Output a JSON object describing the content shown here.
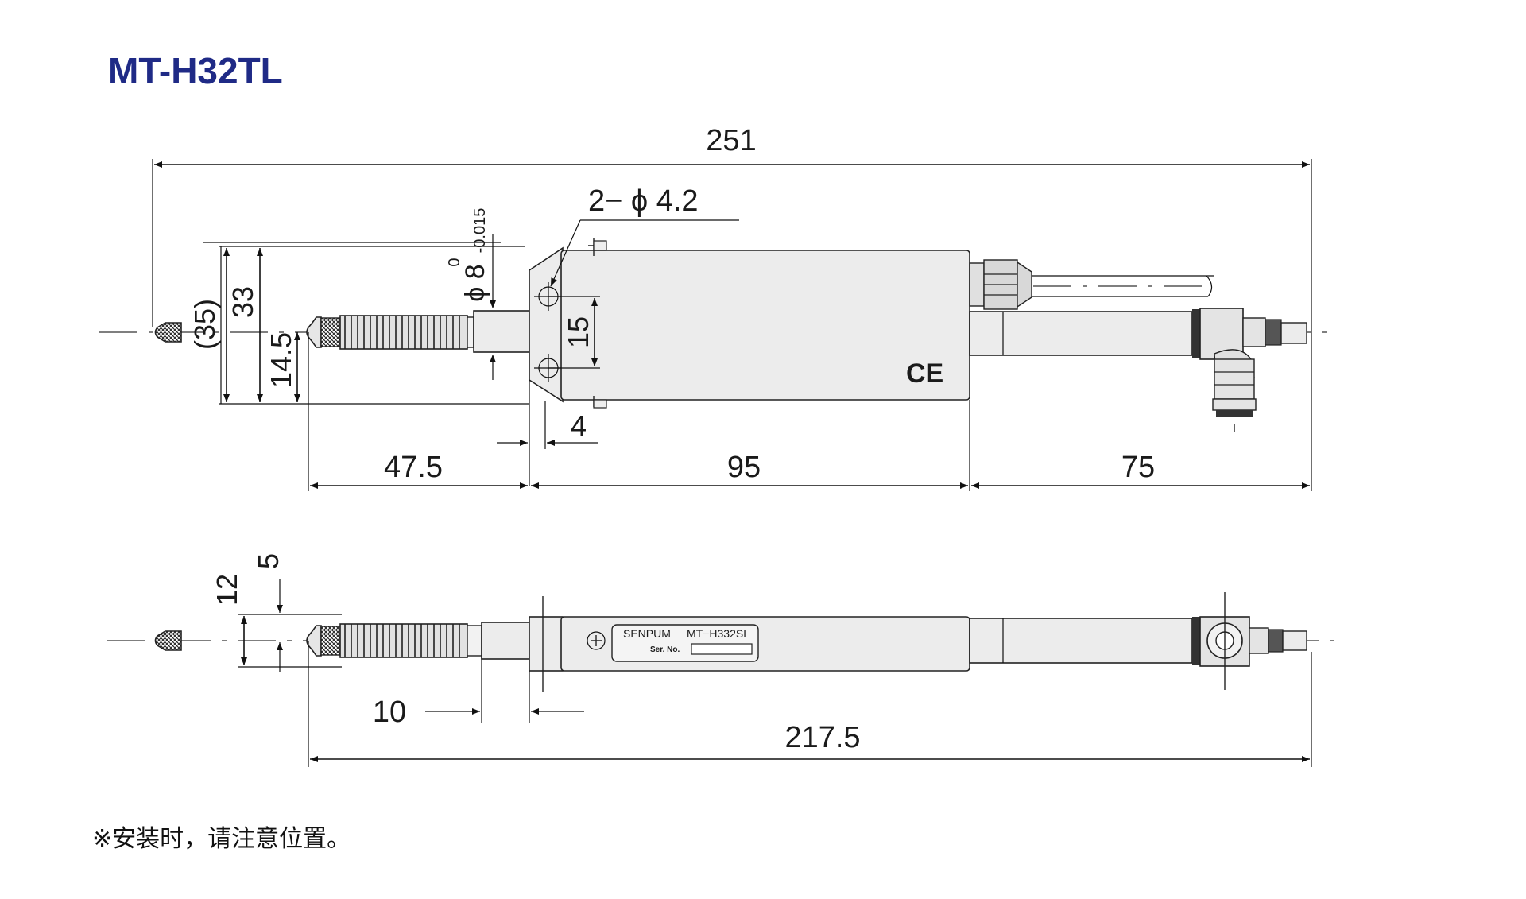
{
  "title": "MT-H32TL",
  "accent_color": "#1f2a86",
  "note": "※安装时，请注意位置。",
  "top_view": {
    "dims": {
      "overall": "251",
      "holes": "2− ϕ 4.2",
      "dia_main": "ϕ 8",
      "tol_upper": "0",
      "tol_lower": "-0.015",
      "paren_35": "(35)",
      "h33": "33",
      "h14_5": "14.5",
      "h15": "15",
      "d4": "4",
      "d47_5": "47.5",
      "d95": "95",
      "d75": "75"
    },
    "mark": "CE"
  },
  "bottom_view": {
    "dims": {
      "d12": "12",
      "d5": "5",
      "d10": "10",
      "d217_5": "217.5"
    },
    "label": {
      "brand": "SENPUM",
      "model": "MT−H332SL",
      "serial": "Ser. No."
    }
  }
}
